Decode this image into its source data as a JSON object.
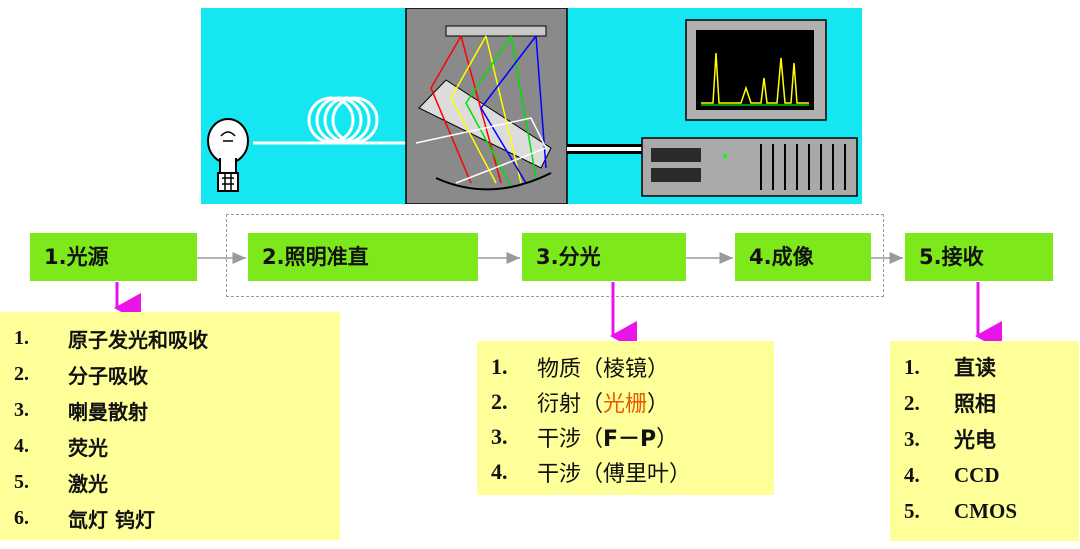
{
  "colors": {
    "scene_bg": "#14e6f2",
    "step_bg": "#7de81a",
    "panel_bg": "#ffff99",
    "arrow_down": "#e814e8",
    "accent_text": "#e65c00"
  },
  "steps": [
    {
      "label": "1.光源"
    },
    {
      "label": "2.照明准直"
    },
    {
      "label": "3.分光"
    },
    {
      "label": "4.成像"
    },
    {
      "label": "5.接收"
    }
  ],
  "source_list": [
    {
      "num": "1.",
      "text": "原子发光和吸收"
    },
    {
      "num": "2.",
      "text": "分子吸收"
    },
    {
      "num": "3.",
      "text": "喇曼散射"
    },
    {
      "num": "4.",
      "text": "荧光"
    },
    {
      "num": "5.",
      "text": "激光"
    },
    {
      "num": "6.",
      "text": "氙灯 钨灯"
    }
  ],
  "split_list": [
    {
      "num": "1.",
      "text": "物质（棱镜）",
      "pre": "物质（",
      "hl": "棱镜",
      "post": "）"
    },
    {
      "num": "2.",
      "text": "衍射（光栅）",
      "pre": "衍射（",
      "hl": "光栅",
      "post": "）",
      "hl_color": "#e65c00"
    },
    {
      "num": "3.",
      "text": "干涉（F－P）",
      "pre": "干涉（",
      "hl": "F－P",
      "post": "）"
    },
    {
      "num": "4.",
      "text": "干涉（傅里叶）",
      "pre": "干涉（",
      "hl": "傅里叶",
      "post": "）"
    }
  ],
  "receive_list": [
    {
      "num": "1.",
      "text": "直读"
    },
    {
      "num": "2.",
      "text": "照相"
    },
    {
      "num": "3.",
      "text": "光电"
    },
    {
      "num": "4.",
      "text": "CCD"
    },
    {
      "num": "5.",
      "text": "CMOS"
    }
  ],
  "icons": {
    "lamp": "light-bulb-icon",
    "fiber": "optical-fiber-coil-icon",
    "spectrometer": "spectrometer-icon",
    "monitor": "monitor-icon",
    "computer": "computer-case-icon"
  }
}
